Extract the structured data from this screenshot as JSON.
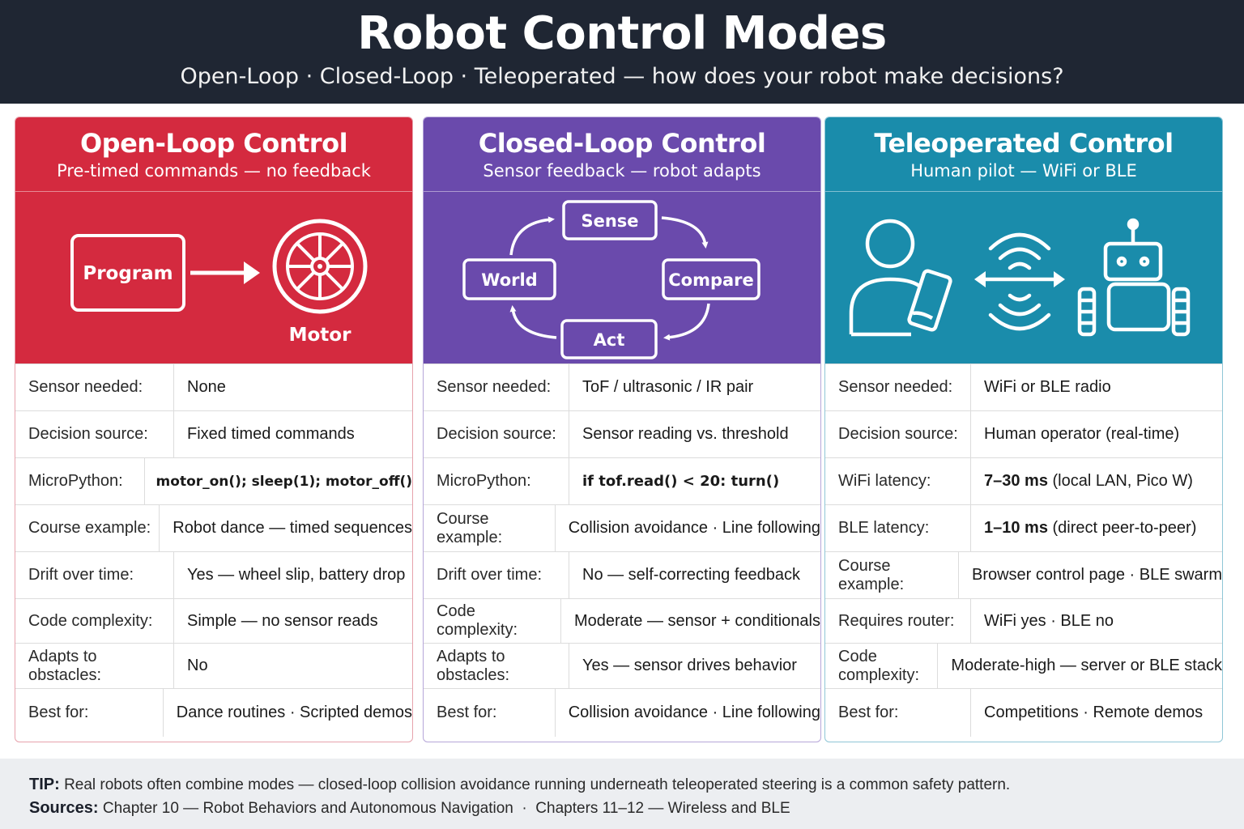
{
  "header": {
    "title": "Robot Control Modes",
    "subtitle": "Open-Loop · Closed-Loop · Teleoperated — how does your robot make decisions?"
  },
  "colors": {
    "open": "#d42a3f",
    "closed": "#6a4aac",
    "tele": "#1a8cab",
    "header_bg": "#1f2633"
  },
  "cards": [
    {
      "title": "Open-Loop Control",
      "subtitle": "Pre-timed commands — no feedback",
      "diagram": {
        "program_label": "Program",
        "motor_label": "Motor",
        "icons": [
          "arrow-right-icon",
          "wheel-icon"
        ]
      },
      "rows": [
        {
          "key": "Sensor needed:",
          "value": "None"
        },
        {
          "key": "Decision source:",
          "value": "Fixed timed commands"
        },
        {
          "key": "MicroPython:",
          "value": "motor_on(); sleep(1); motor_off()"
        },
        {
          "key": "Course example:",
          "value": "Robot dance — timed sequences"
        },
        {
          "key": "Drift over time:",
          "value": "Yes — wheel slip, battery drop"
        },
        {
          "key": "Code complexity:",
          "value": "Simple — no sensor reads"
        },
        {
          "key": "Adapts to obstacles:",
          "value": "No"
        },
        {
          "key": "Best for:",
          "value": "Dance routines · Scripted demos"
        }
      ]
    },
    {
      "title": "Closed-Loop Control",
      "subtitle": "Sensor feedback — robot adapts",
      "diagram": {
        "sense": "Sense",
        "compare": "Compare",
        "act": "Act",
        "world": "World"
      },
      "rows": [
        {
          "key": "Sensor needed:",
          "value": "ToF / ultrasonic / IR pair"
        },
        {
          "key": "Decision source:",
          "value": "Sensor reading vs. threshold"
        },
        {
          "key": "MicroPython:",
          "value": "if tof.read() < 20: turn()"
        },
        {
          "key": "Course example:",
          "value": "Collision avoidance · Line following"
        },
        {
          "key": "Drift over time:",
          "value": "No — self-correcting feedback"
        },
        {
          "key": "Code complexity:",
          "value": "Moderate — sensor + conditionals"
        },
        {
          "key": "Adapts to obstacles:",
          "value": "Yes — sensor drives behavior"
        },
        {
          "key": "Best for:",
          "value": "Collision avoidance · Line following"
        }
      ]
    },
    {
      "title": "Teleoperated Control",
      "subtitle": "Human pilot — WiFi or BLE",
      "diagram": {
        "icons": [
          "person-with-phone-icon",
          "wireless-signal-icon",
          "robot-icon"
        ]
      },
      "rows": [
        {
          "key": "Sensor needed:",
          "value": "WiFi or BLE radio"
        },
        {
          "key": "Decision source:",
          "value": "Human operator (real-time)"
        },
        {
          "key": "WiFi latency:",
          "value_bold": "7–30 ms",
          "value_rest": " (local LAN, Pico W)"
        },
        {
          "key": "BLE latency:",
          "value_bold": "1–10 ms",
          "value_rest": " (direct peer-to-peer)"
        },
        {
          "key": "Course example:",
          "value": "Browser control page · BLE swarm"
        },
        {
          "key": "Requires router:",
          "value": "WiFi yes · BLE no"
        },
        {
          "key": "Code complexity:",
          "value": "Moderate-high — server or BLE stack"
        },
        {
          "key": "Best for:",
          "value": "Competitions · Remote demos"
        }
      ]
    }
  ],
  "footer": {
    "tip_label": "TIP:",
    "tip_text": "Real robots often combine modes — closed-loop collision avoidance running underneath teleoperated steering is a common safety pattern.",
    "sources_label": "Sources:",
    "sources_text": "Chapter 10 — Robot Behaviors and Autonomous Navigation  ·  Chapters 11–12 — Wireless and BLE"
  }
}
